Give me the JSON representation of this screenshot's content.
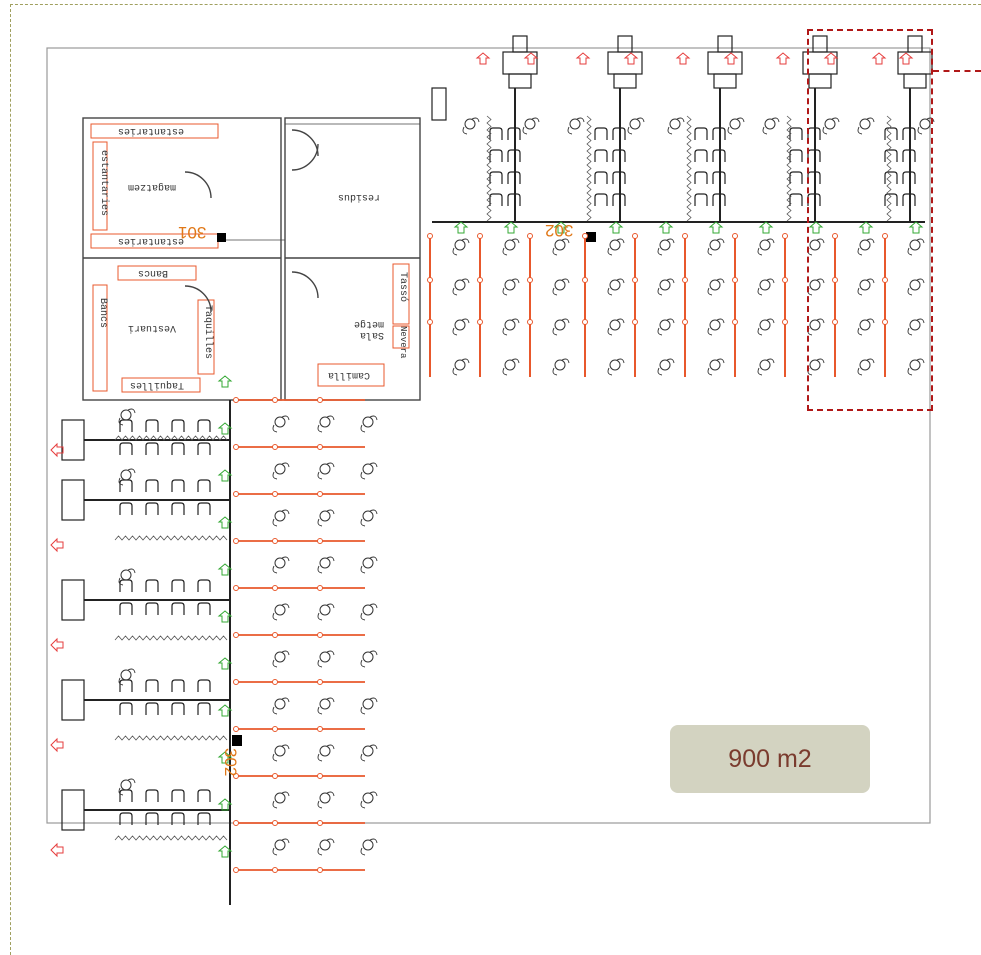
{
  "area_badge": {
    "label": "900 m2"
  },
  "rooms": {
    "magatzem": "magatzem",
    "estantaries_top": "estantaries",
    "estantaries_left": "estantaries",
    "estantaries_bottom": "estantaries",
    "residus": "residus",
    "bancs_top": "Bancs",
    "bancs_left": "Bancs",
    "vestuari": "Vestuari",
    "taquilles_right": "Taquilles",
    "taquilles_bottom": "Taquilles",
    "sala_metge": "Sala metge",
    "tasso": "Tassó",
    "nevera": "Nevera",
    "camilla": "Camilla"
  },
  "markers": {
    "m301": "301",
    "m302_top": "302",
    "m302_side": "302"
  },
  "colors": {
    "accent_line": "#e8582c",
    "highlight": "#b01818",
    "arrow_green": "#33a833",
    "arrow_red": "#e63c3c",
    "badge_bg": "#d3d3c1",
    "badge_text": "#7a3b2e"
  }
}
